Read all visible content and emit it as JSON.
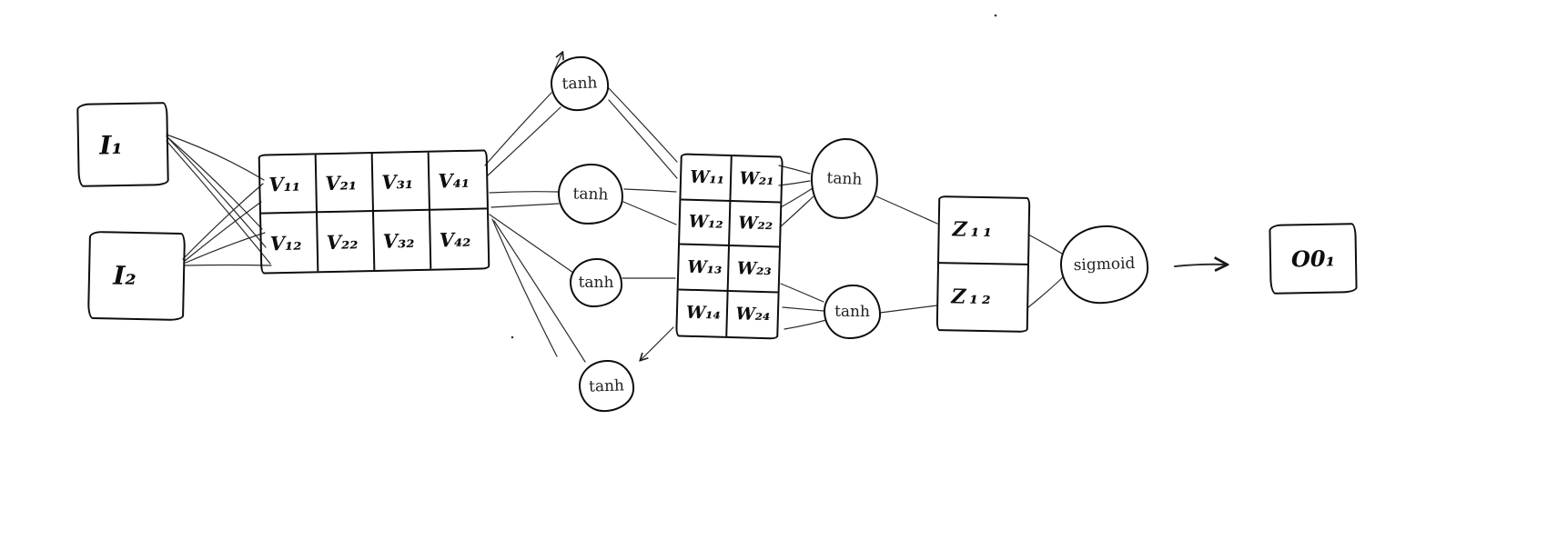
{
  "diagram": {
    "type": "hand-drawn neural network sketch",
    "inputs": [
      {
        "label": "I₁"
      },
      {
        "label": "I₂"
      }
    ],
    "v_matrix": {
      "cells": [
        [
          "V₁₁",
          "V₂₁",
          "V₃₁",
          "V₄₁"
        ],
        [
          "V₁₂",
          "V₂₂",
          "V₃₂",
          "V₄₂"
        ]
      ]
    },
    "hidden_activations": [
      {
        "label": "tanh"
      },
      {
        "label": "tanh"
      },
      {
        "label": "tanh"
      },
      {
        "label": "tanh"
      }
    ],
    "w_matrix": {
      "cells": [
        [
          "W₁₁",
          "W₂₁"
        ],
        [
          "W₁₂",
          "W₂₂"
        ],
        [
          "W₁₃",
          "W₂₃"
        ],
        [
          "W₁₄",
          "W₂₄"
        ]
      ]
    },
    "second_activations": [
      {
        "label": "tanh"
      },
      {
        "label": "tanh"
      }
    ],
    "z_matrix": {
      "cells": [
        "Z₁₁",
        "Z₁₂"
      ]
    },
    "output_activation": {
      "label": "sigmoid"
    },
    "output": {
      "label": "O0₁"
    },
    "ink_color": "#1a1a1a"
  }
}
